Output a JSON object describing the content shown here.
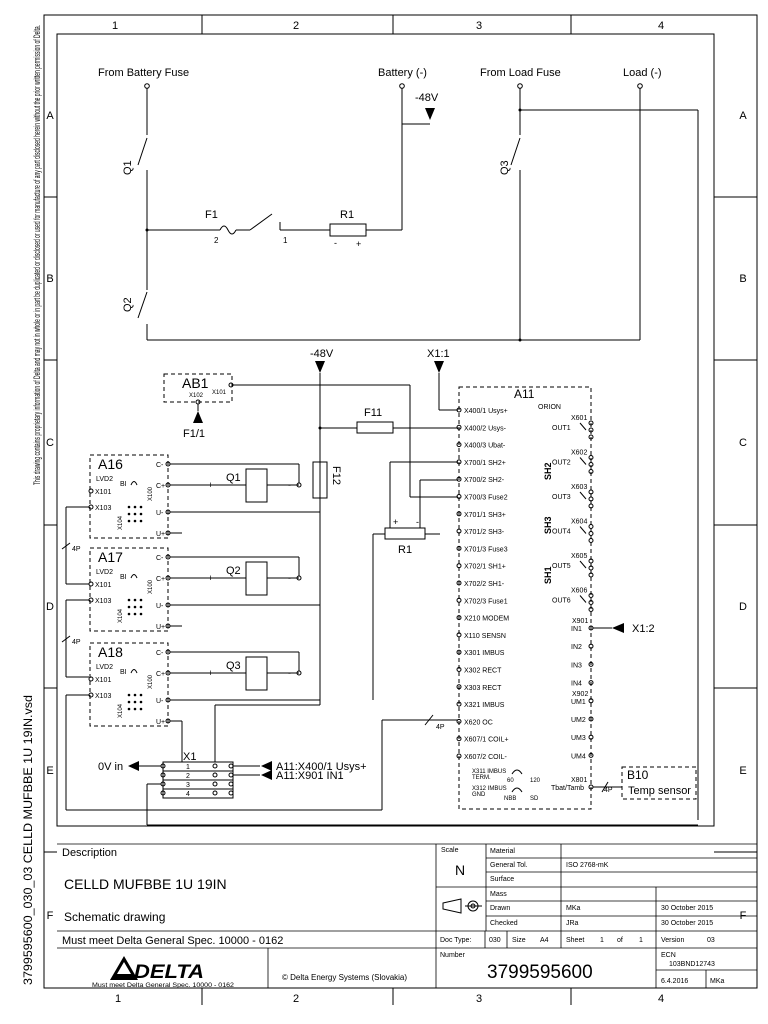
{
  "grid": {
    "cols": [
      "1",
      "2",
      "3",
      "4"
    ],
    "rows": [
      "A",
      "B",
      "C",
      "D",
      "E",
      "F"
    ]
  },
  "side_notice": "This drawing contains proprietary information of Delta and may not in whole or in part be duplicated or disclosed or used for manufacture of any part disclosed herein without the prior written permission of Delta.",
  "file_name": "3799595600_030_03 CELLD MUFBBE 1U 19IN.vsd",
  "schematic": {
    "top_labels": {
      "battery_fuse": "From Battery Fuse",
      "battery_neg": "Battery (-)",
      "load_fuse": "From Load Fuse",
      "load_neg": "Load (-)"
    },
    "minus48": "-48V",
    "minus48_b": "-48V",
    "x1_1": "X1:1",
    "x1_2": "X1:2",
    "q1": "Q1",
    "q2": "Q2",
    "q3": "Q3",
    "f1": "F1",
    "r1": "R1",
    "pin2": "2",
    "pin1": "1",
    "r1_minus": "-",
    "r1_plus": "+",
    "ab1": "AB1",
    "ab1_x102": "X102",
    "ab1_x101": "X101",
    "f1_1": "F1/1",
    "f11": "F11",
    "f12": "F12",
    "r1b": "R1",
    "a_modules": [
      {
        "name": "A16",
        "lvd": "LVD2",
        "bi": "BI",
        "x101": "X101",
        "x103": "X103",
        "x104": "X104",
        "x100": "X100",
        "q": "Q1"
      },
      {
        "name": "A17",
        "lvd": "LVD2",
        "bi": "BI",
        "x101": "X101",
        "x103": "X103",
        "x104": "X104",
        "x100": "X100",
        "q": "Q2"
      },
      {
        "name": "A18",
        "lvd": "LVD2",
        "bi": "BI",
        "x101": "X101",
        "x103": "X103",
        "x104": "X104",
        "x100": "X100",
        "q": "Q3"
      }
    ],
    "term_c_minus": "C-",
    "term_c_plus": "C+",
    "term_u_minus": "U-",
    "term_u_plus": "U+",
    "four_p": "4P",
    "plus": "+",
    "minus": "-",
    "x1_block": {
      "name": "X1",
      "rows": [
        "1",
        "2",
        "3",
        "4"
      ],
      "zero_v": "0V in",
      "ref1": "A11:X400/1 Usys+",
      "ref2": "A11:X901 IN1"
    },
    "a11": {
      "name": "A11",
      "sub": "ORION",
      "left_pins": [
        "X400/1 Usys+",
        "X400/2 Usys-",
        "X400/3 Ubat-",
        "X700/1 SH2+",
        "X700/2 SH2-",
        "X700/3 Fuse2",
        "X701/1 SH3+",
        "X701/2 SH3-",
        "X701/3 Fuse3",
        "X702/1 SH1+",
        "X702/2 SH1-",
        "X702/3 Fuse1",
        "X210 MODEM",
        "X110 SENSN",
        "X301 IMBUS",
        "X302 RECT",
        "X303 RECT",
        "X321 IMBUS",
        "X620 OC",
        "X607/1 COIL+",
        "X607/2 COIL-"
      ],
      "sh_labels": [
        "SH2",
        "SH3",
        "SH1"
      ],
      "outs": [
        {
          "conn": "X601",
          "label": "OUT1"
        },
        {
          "conn": "X602",
          "label": "OUT2"
        },
        {
          "conn": "X603",
          "label": "OUT3"
        },
        {
          "conn": "X604",
          "label": "OUT4"
        },
        {
          "conn": "X605",
          "label": "OUT5"
        },
        {
          "conn": "X606",
          "label": "OUT6"
        }
      ],
      "right_pins": [
        {
          "conn": "X901",
          "label": "IN1"
        },
        {
          "conn": "",
          "label": "IN2"
        },
        {
          "conn": "",
          "label": "IN3"
        },
        {
          "conn": "",
          "label": "IN4"
        },
        {
          "conn": "X902",
          "label": "UM1"
        },
        {
          "conn": "",
          "label": "UM2"
        },
        {
          "conn": "",
          "label": "UM3"
        },
        {
          "conn": "",
          "label": "UM4"
        }
      ],
      "x801": "X801",
      "tbat": "Tbat/Tamb",
      "x311": "X311 IMBUS",
      "term": "TERM.",
      "x312": "X312 IMBUS",
      "gnd": "GND",
      "n60": "60",
      "n120": "120",
      "nbb": "NBB",
      "nsd": "SD"
    },
    "b10": {
      "name": "B10",
      "label": "Temp sensor"
    }
  },
  "title_block": {
    "description_label": "Description",
    "title": "CELLD MUFBBE 1U 19IN",
    "subtitle": "Schematic drawing",
    "spec_note": "Must meet Delta General Spec. 10000 - 0162",
    "scale_label": "Scale",
    "scale_value": "N",
    "material_label": "Material",
    "general_tol_label": "General Tol.",
    "general_tol_value": "ISO 2768-mK",
    "surface_label": "Surface",
    "mass_label": "Mass",
    "drawn_label": "Drawn",
    "drawn_by": "MKa",
    "drawn_date": "30 October 2015",
    "checked_label": "Checked",
    "checked_by": "JRa",
    "checked_date": "30 October 2015",
    "doc_type_label": "Doc Type:",
    "doc_type_value": "030",
    "size_label": "Size",
    "size_value": "A4",
    "sheet_label": "Sheet",
    "sheet_value": "1",
    "of_label": "of",
    "of_value": "1",
    "version_label": "Version",
    "version_value": "03",
    "number_label": "Number",
    "number_value": "3799595600",
    "ecn_label": "ECN",
    "ecn_value": "103BND12743",
    "ecn_date": "6.4.2016",
    "ecn_by": "MKa",
    "logo_text": "DELTA",
    "logo_note": "Must meet Delta General Spec. 10000 - 0162",
    "company": "© Delta Energy Systems (Slovakia)"
  }
}
